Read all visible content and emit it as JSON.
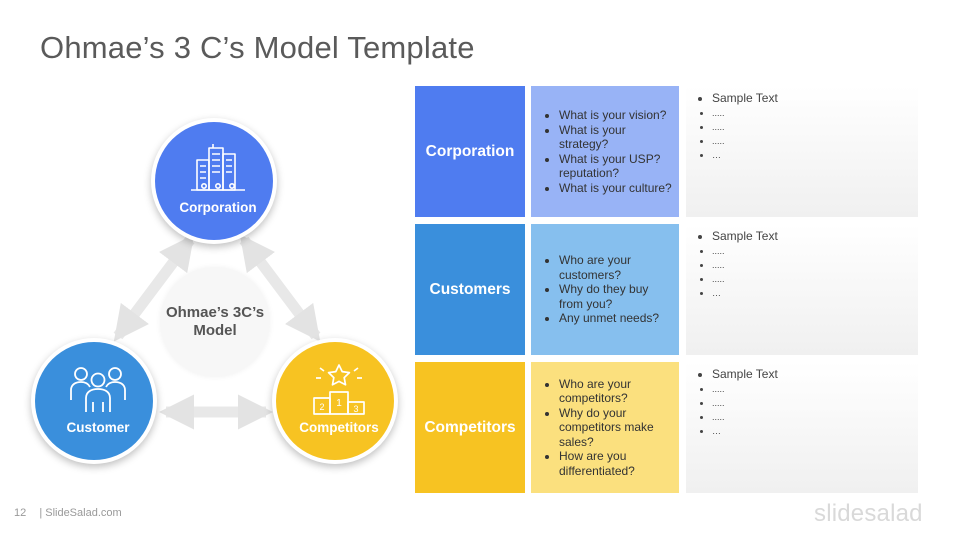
{
  "slide": {
    "title": "Ohmae’s 3 C’s Model Template",
    "page_number": "12",
    "source": "| SlideSalad.com",
    "brand": "slidesalad"
  },
  "diagram": {
    "center_label": "Ohmae’s 3C’s Model",
    "nodes": {
      "corporation": {
        "label": "Corporation",
        "icon": "buildings-icon",
        "color": "#4f7cf0"
      },
      "customer": {
        "label": "Customer",
        "icon": "people-group-icon",
        "color": "#3a8fdc"
      },
      "competitors": {
        "label": "Competitors",
        "icon": "podium-star-icon",
        "color": "#f7c322"
      }
    }
  },
  "table": {
    "rows": [
      {
        "header": "Corporation",
        "questions": [
          "What is your vision?",
          "What is your strategy?",
          "What is your USP? reputation?",
          "What is your culture?"
        ],
        "sample": [
          "Sample Text",
          ".....",
          ".....",
          ".....",
          "…"
        ]
      },
      {
        "header": "Customers",
        "questions": [
          "Who are your customers?",
          "Why do they buy from you?",
          "Any unmet needs?"
        ],
        "sample": [
          "Sample Text",
          ".....",
          ".....",
          ".....",
          "…"
        ]
      },
      {
        "header": "Competitors",
        "questions": [
          "Who are your competitors?",
          "Why do your competitors make sales?",
          "How are you differentiated?"
        ],
        "sample": [
          "Sample Text",
          ".....",
          ".....",
          ".....",
          "…"
        ]
      }
    ]
  }
}
